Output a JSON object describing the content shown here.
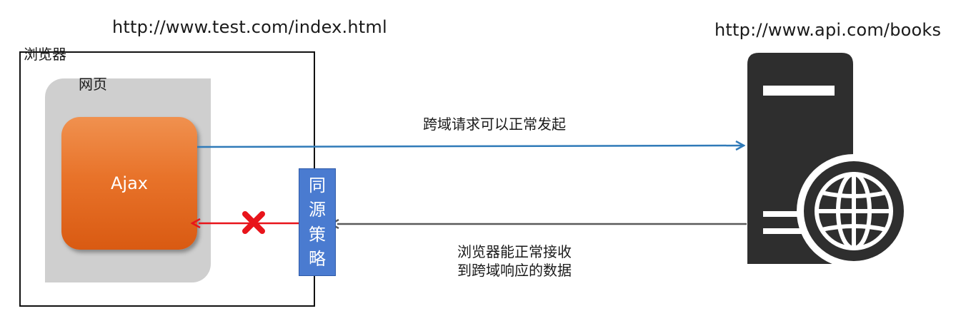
{
  "diagram": {
    "page_url": "http://www.test.com/index.html",
    "api_url": "http://www.api.com/books",
    "browser_label": "浏览器",
    "webpage_label": "网页",
    "ajax_label": "Ajax",
    "policy_chars": [
      "同",
      "源",
      "策",
      "略"
    ],
    "request_label": "跨域请求可以正常发起",
    "response_label_line1": "浏览器能正常接收",
    "response_label_line2": "到跨域响应的数据",
    "icons": [
      "server-icon",
      "globe-icon",
      "blocked-x-icon"
    ],
    "colors": {
      "ajax_orange": "#e8732a",
      "policy_blue": "#4a7bd0",
      "request_arrow": "#2f7ab8",
      "response_arrow": "#5a5a5a",
      "blocked_arrow": "#e8141b",
      "server_dark": "#2e2e2e",
      "webpage_gray": "#cfcfcf"
    }
  }
}
